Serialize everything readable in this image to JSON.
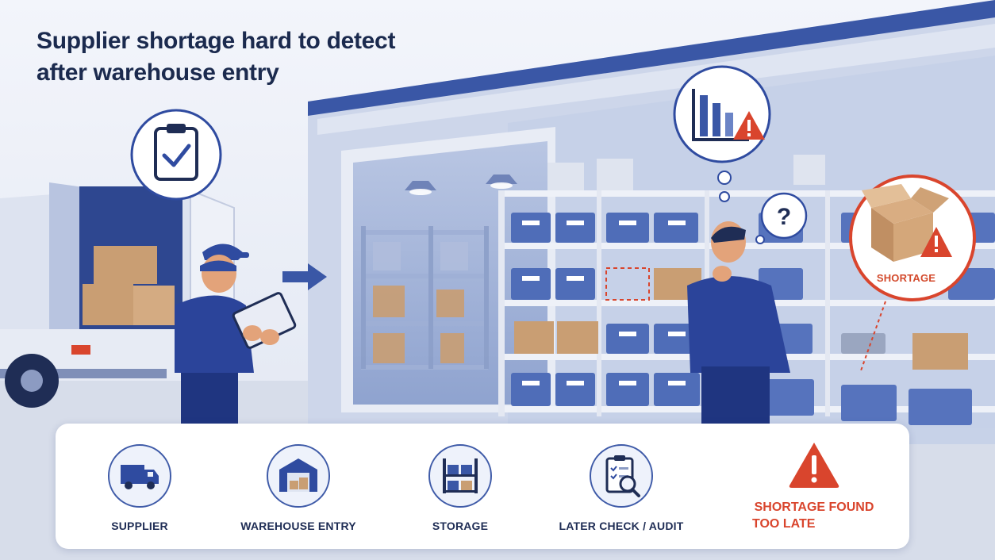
{
  "title": {
    "line1": "Supplier shortage hard to detect",
    "line2": "after warehouse entry"
  },
  "scene": {
    "shortage_badge": "SHORTAGE",
    "question_mark": "?",
    "icons": [
      "clipboard-check-icon",
      "chart-warning-icon",
      "question-bubble-icon",
      "open-box-warning-icon",
      "forward-arrow-icon"
    ]
  },
  "flow": {
    "steps": [
      {
        "label": "SUPPLIER",
        "icon": "truck-icon"
      },
      {
        "label": "WAREHOUSE ENTRY",
        "icon": "warehouse-icon"
      },
      {
        "label": "STORAGE",
        "icon": "shelves-icon"
      },
      {
        "label": "LATER CHECK / AUDIT",
        "icon": "clipboard-search-icon"
      }
    ],
    "final": {
      "line1": "SHORTAGE FOUND",
      "line2": "TOO LATE",
      "icon": "warning-triangle-icon"
    }
  },
  "colors": {
    "primary_blue": "#3a57a6",
    "dark_navy": "#1b2a4e",
    "alert_red": "#d9452d",
    "box_tan": "#c99e73",
    "light_bg": "#eef1f8"
  }
}
